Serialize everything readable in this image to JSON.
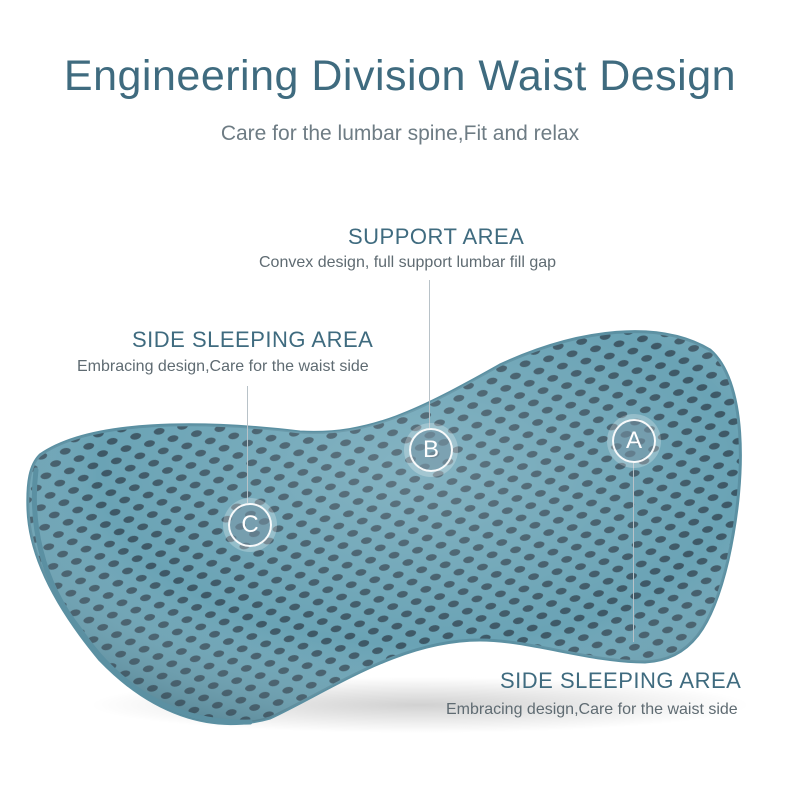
{
  "headline": "Engineering Division Waist Design",
  "subheadline": "Care for the lumbar spine,Fit and relax",
  "callouts": {
    "support": {
      "title": "SUPPORT AREA",
      "description": "Convex design, full support lumbar fill gap",
      "marker": "B"
    },
    "side_left": {
      "title": "SIDE SLEEPING AREA",
      "description": "Embracing design,Care for the waist side",
      "marker": "C"
    },
    "side_right": {
      "title": "SIDE SLEEPING AREA",
      "description": "Embracing design,Care for the waist side",
      "marker": "A"
    }
  },
  "colors": {
    "text_accent": "#3f6b7f",
    "pillow_mesh": "#6aa3b5",
    "pillow_holes": "#3d5866"
  }
}
